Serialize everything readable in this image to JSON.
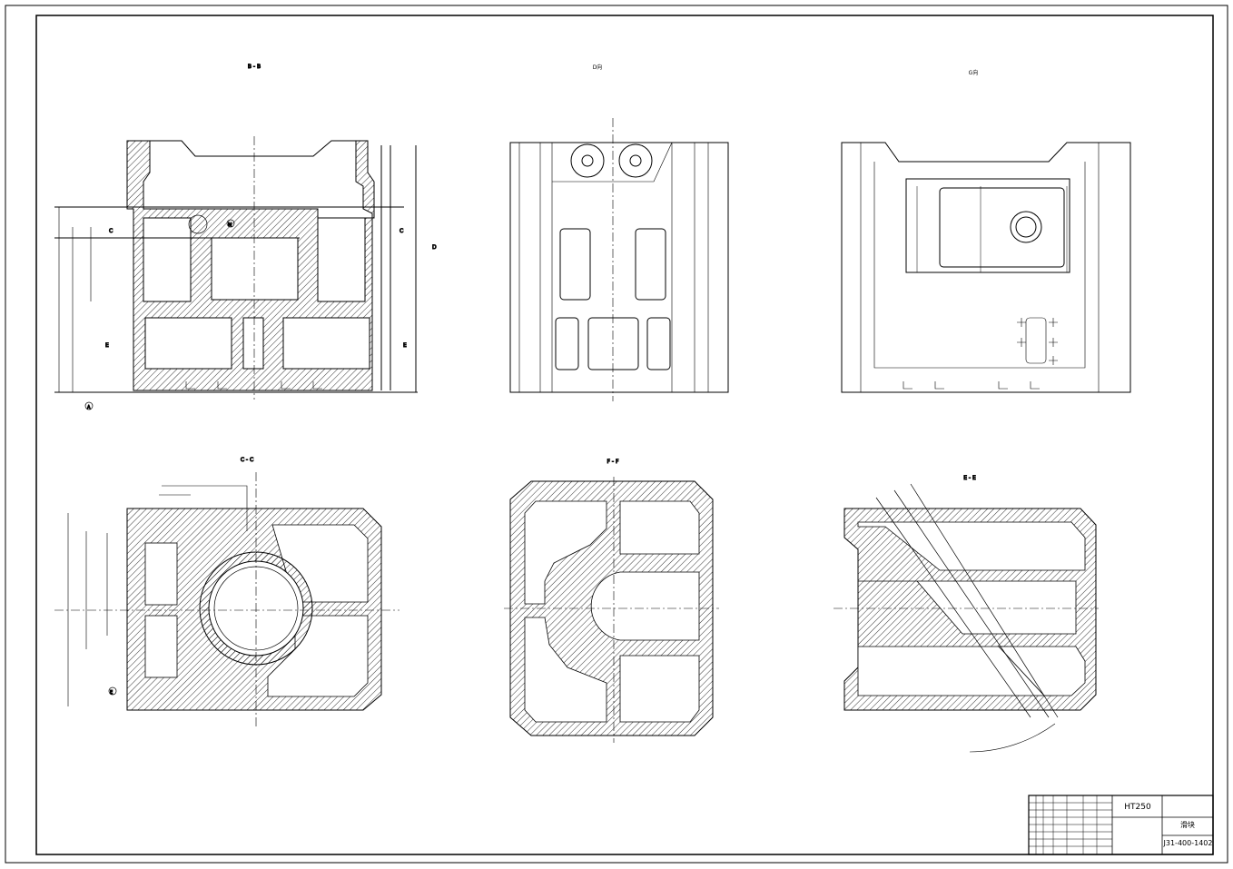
{
  "views": {
    "bb": "B - B",
    "d": "D向",
    "g": "G向",
    "cc": "C - C",
    "ff": "F - F",
    "ee": "E - E"
  },
  "section_markers": {
    "c": "C",
    "e": "E",
    "d": "D",
    "datum_a": "A",
    "datum_m": "M",
    "datum_e": "E"
  },
  "title_block": {
    "material": "HT250",
    "part_name": "滑块",
    "drawing_no": "J31-400-1402"
  },
  "hatch": {
    "color": "#000000"
  }
}
